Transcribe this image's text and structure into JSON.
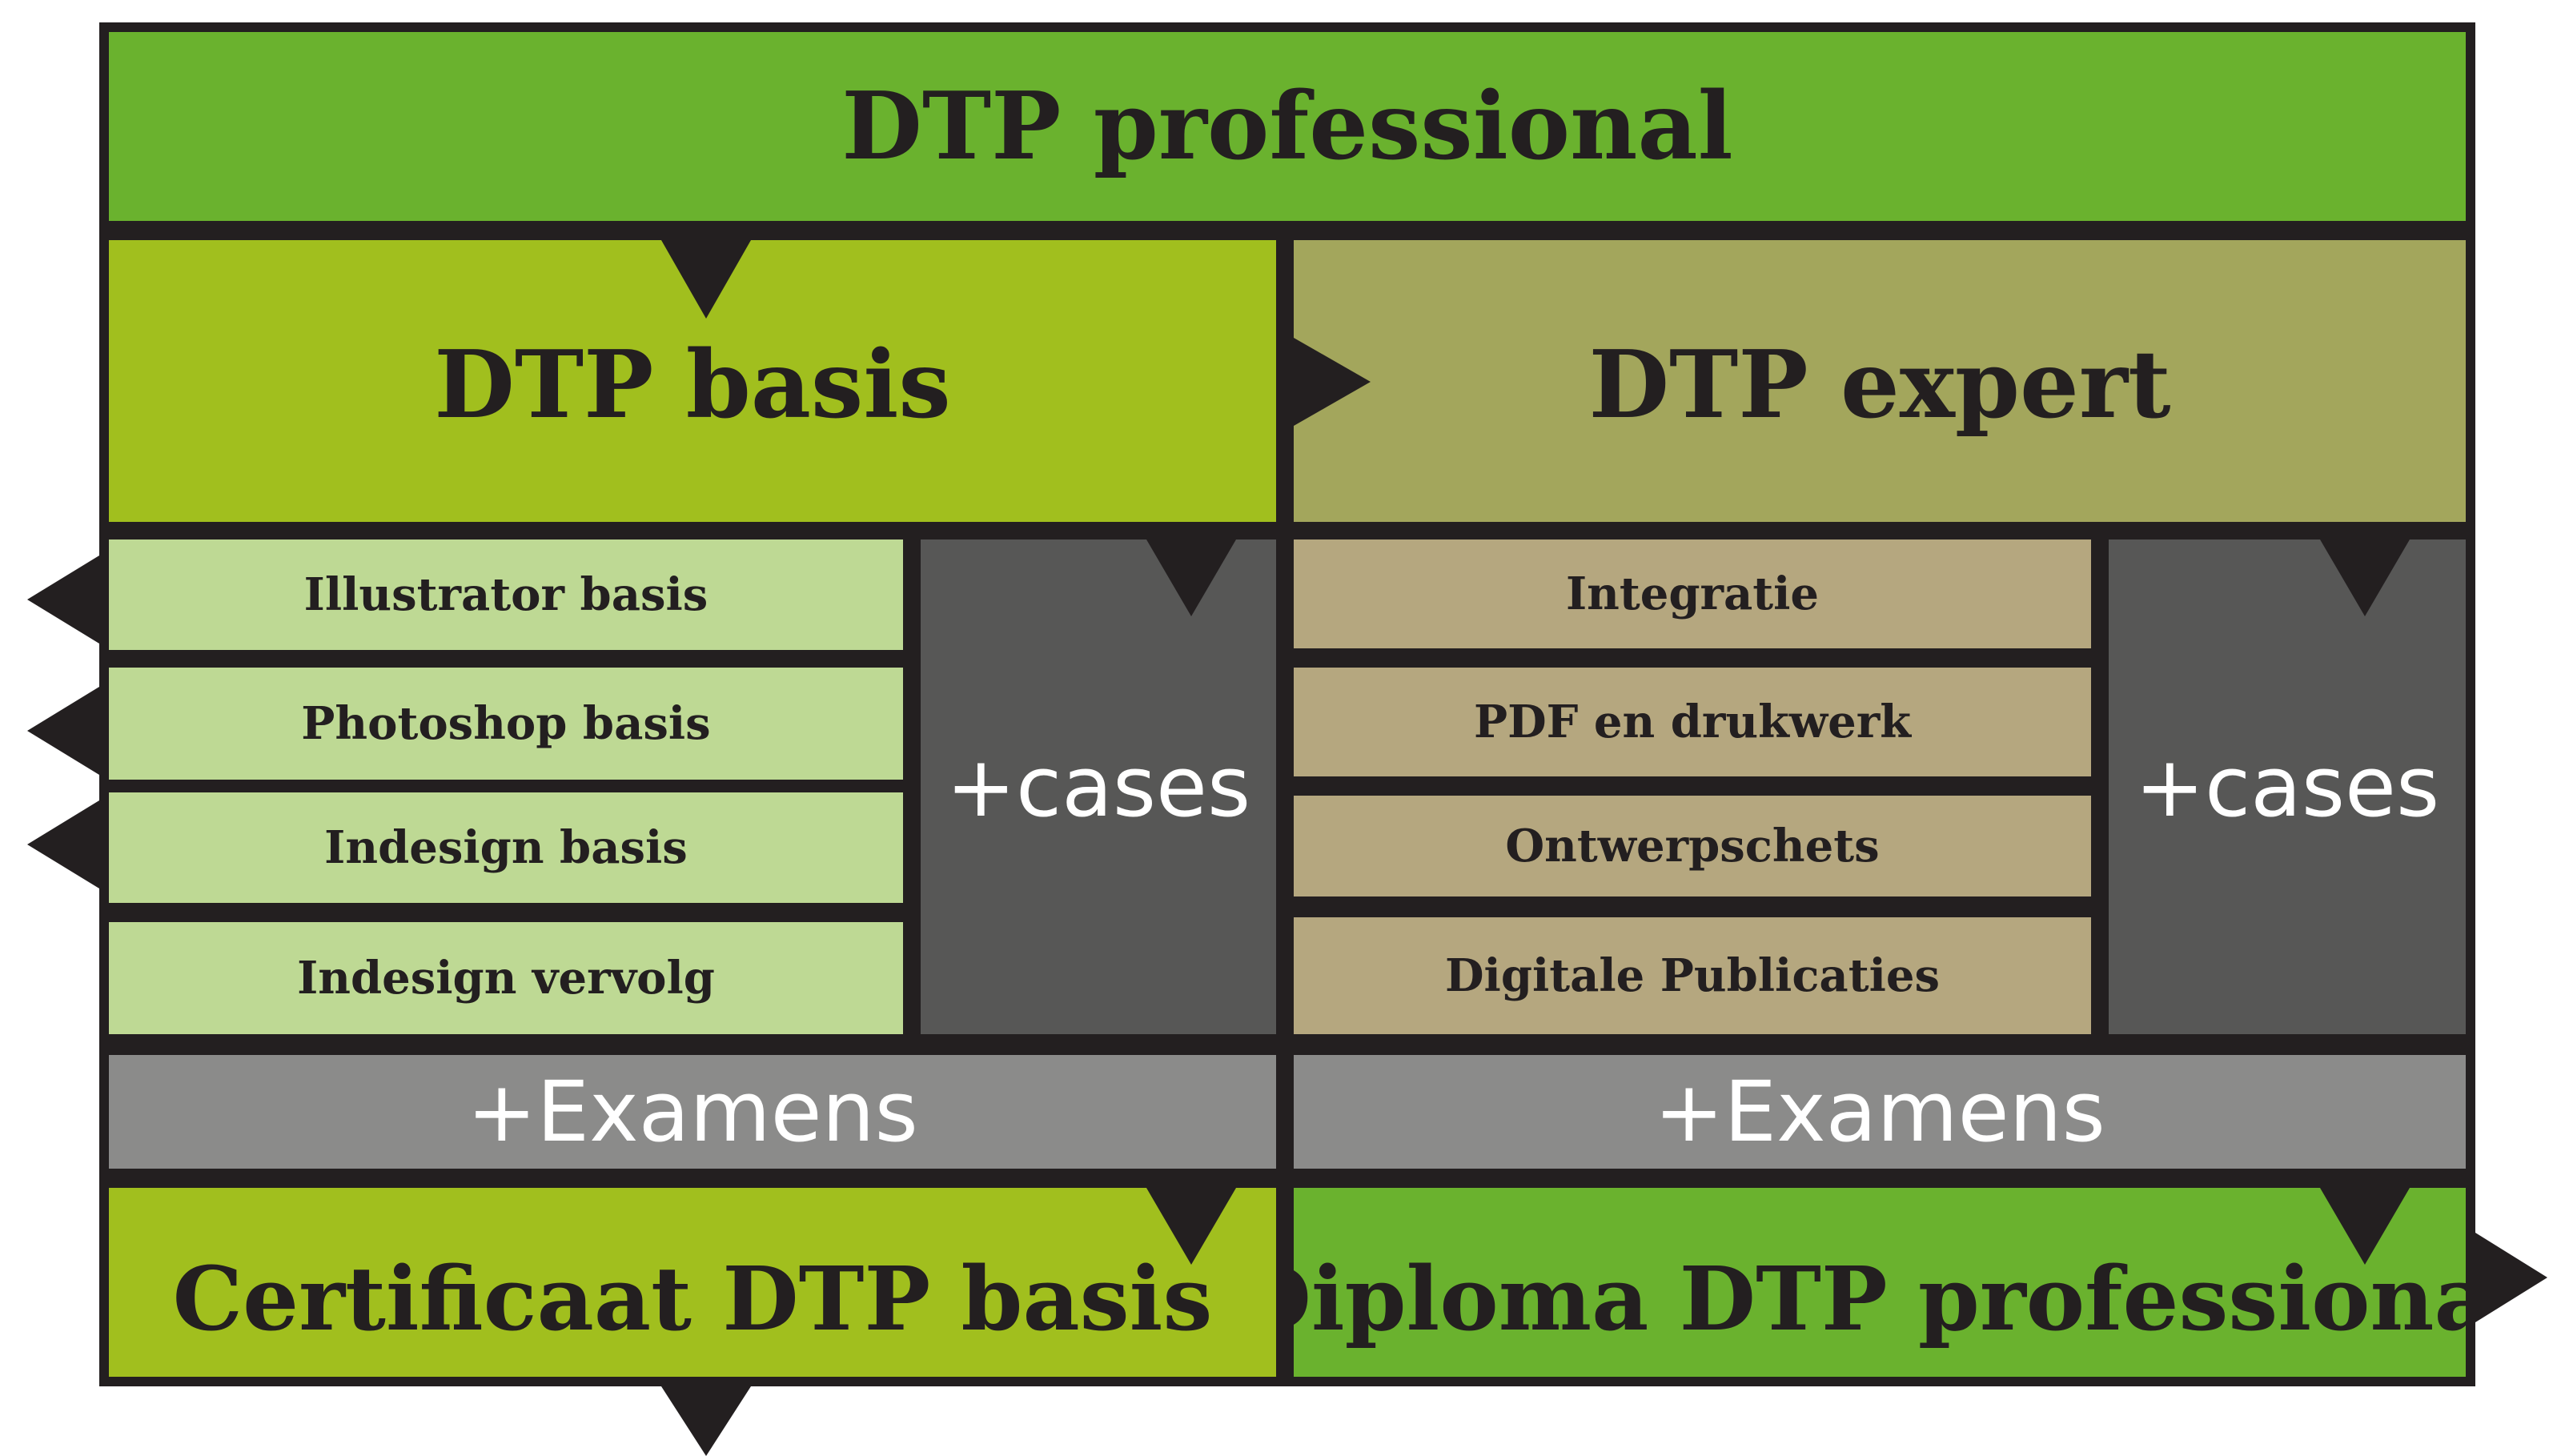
{
  "diagram": {
    "top_title": "DTP professional",
    "basis": {
      "title": "DTP basis",
      "modules": [
        "Illustrator basis",
        "Photoshop basis",
        "Indesign basis",
        "Indesign vervolg"
      ],
      "cases": "+cases",
      "exams": "+Examens",
      "result": "Certificaat DTP basis"
    },
    "expert": {
      "title": "DTP expert",
      "modules": [
        "Integratie",
        "PDF en drukwerk",
        "Ontwerpschets",
        "Digitale Publicaties"
      ],
      "cases": "+cases",
      "exams": "+Examens",
      "result": "Diploma DTP professional"
    },
    "colors": {
      "dark": "#231f20",
      "professional_green": "#6ab22e",
      "basis_green": "#a1bf1e",
      "expert_olive": "#a3a65c",
      "basis_module": "#bed994",
      "expert_module": "#b5a77f",
      "cases_gray": "#575756",
      "exams_gray": "#8b8b8a"
    }
  }
}
